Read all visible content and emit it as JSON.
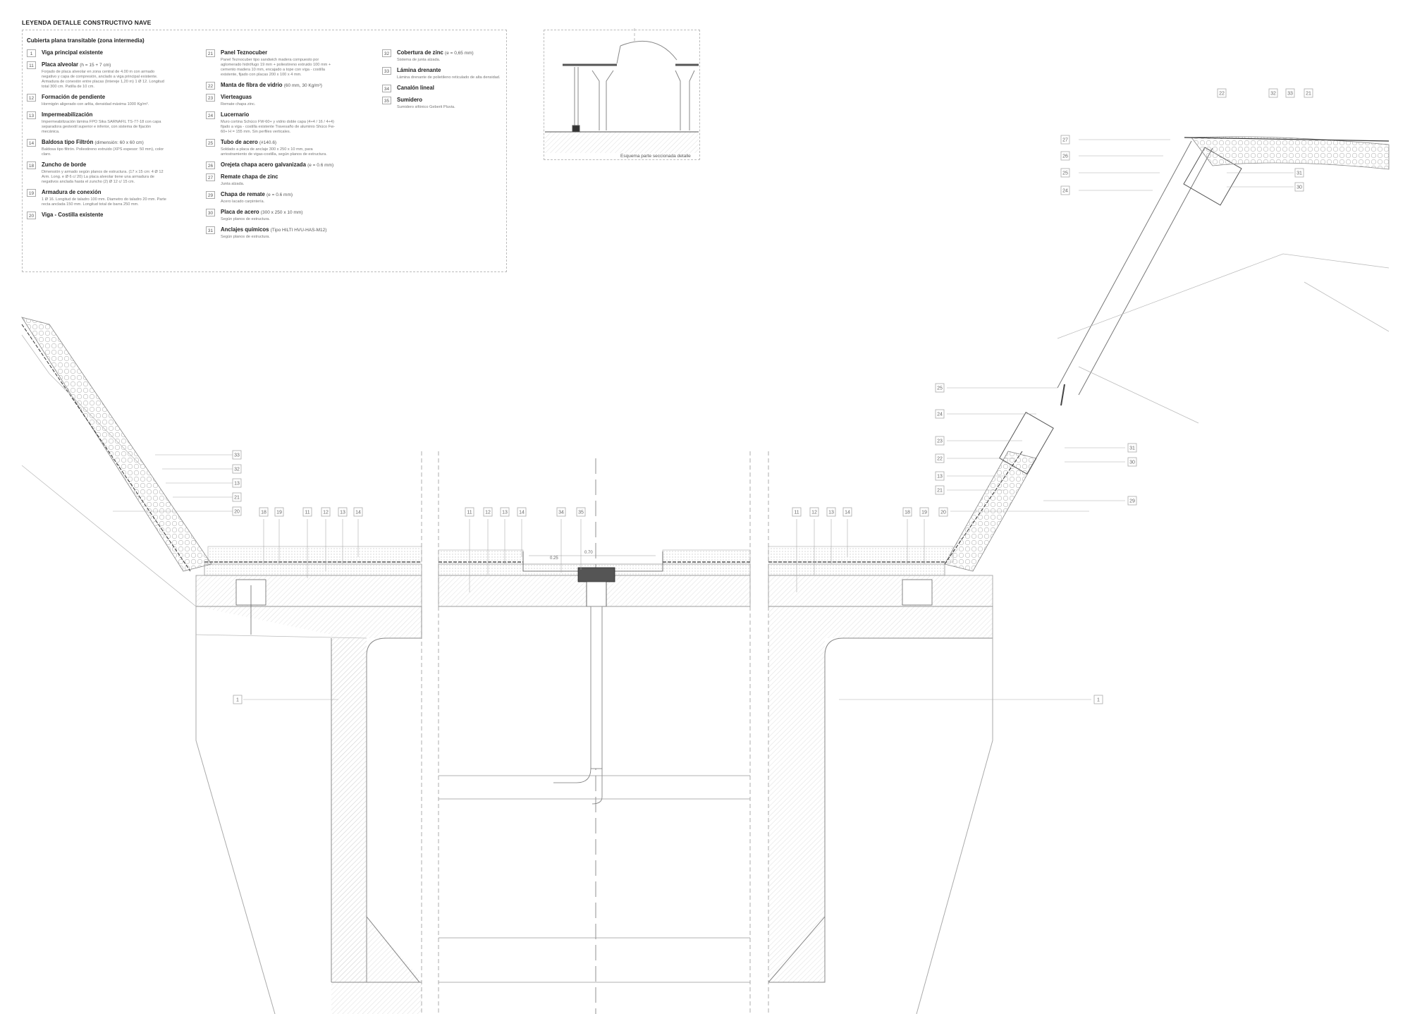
{
  "header": {
    "title": "LEYENDA DETALLE CONSTRUCTIVO NAVE",
    "subtitle": "Cubierta plana transitable (zona intermedia)"
  },
  "legend": {
    "col1": [
      {
        "num": "1",
        "title": "Viga principal existente",
        "extra": "",
        "desc": ""
      },
      {
        "num": "11",
        "title": "Placa alveolar",
        "extra": "(h = 15 + 7 cm)",
        "desc": "Forjado de placa alveolar en zona central de 4.00 m con armado negativo y capa de compresión, anclado a viga principal existente. Armadura de conexión entre placas (Intereje 1,20 m) 1 Ø 12. Longitud total 300 cm. Patilla de 10 cm."
      },
      {
        "num": "12",
        "title": "Formación de pendiente",
        "extra": "",
        "desc": "Hormigón aligerado con arlita, densidad máxima 1000 Kg/m³."
      },
      {
        "num": "13",
        "title": "Impermeabilización",
        "extra": "",
        "desc": "Impermeabilización lámina FPO Sika SARNAFIL TS-77-18 con capa separadora geotextil superior e inferior, con sistema de fijación mecánica."
      },
      {
        "num": "14",
        "title": "Baldosa tipo Filtrón",
        "extra": "(dimensión: 60 x 60 cm)",
        "desc": "Baldosa tipo filtrón. Poliestireno extruido (XPS espesor: 50 mm), color claro."
      },
      {
        "num": "18",
        "title": "Zuncho de borde",
        "extra": "",
        "desc": "Dimensión y armado según planos de estructura. (17 x 15 cm: 4 Ø 12 Arm. Long. e Ø 6 c/ 20) La placa alveolar tiene una armadura de negativos anclada hasta el zuncho (2) Ø 12 c/ 15 cm."
      },
      {
        "num": "19",
        "title": "Armadura de conexión",
        "extra": "",
        "desc": "1 Ø 16. Longitud de taladro 100 mm. Diametro do taladro 20 mm. Parte recta anclada 150 mm. Longitud total de barra 250 mm."
      },
      {
        "num": "20",
        "title": "Viga - Costilla existente",
        "extra": "",
        "desc": ""
      }
    ],
    "col2": [
      {
        "num": "21",
        "title": "Panel Teznocuber",
        "extra": "",
        "desc": "Panel Teznocuber tipo sandwich madera compuesto por aglomerado hidrófugo 19 mm + poliestireno extruido 100 mm + cemento madera 10 mm, encajado a tope con viga - costilla existente, fijado con placas 200 x 100 x 4 mm."
      },
      {
        "num": "22",
        "title": "Manta de fibra de vidrio",
        "extra": "(60 mm, 30 Kg/m³)",
        "desc": ""
      },
      {
        "num": "23",
        "title": "Vierteaguas",
        "extra": "",
        "desc": "Remate chapa zinc."
      },
      {
        "num": "24",
        "title": "Lucernario",
        "extra": "",
        "desc": "Muro cortina Schüco FW-60+ y vidrio doble capa (4+4 / 16 / 4+4) fijado a viga - costilla existente Travesaño de aluminio Shüco Fw-60+ H = 155 mm. Sin perfiles verticales."
      },
      {
        "num": "25",
        "title": "Tubo de acero",
        "extra": "(#140.6)",
        "desc": "Soldado a placa de anclaje 300 x 250 x 10 mm, para arriostramiento de vigas-costilla, según planos de estructura."
      },
      {
        "num": "26",
        "title": "Orejeta chapa acero galvanizada",
        "extra": "(e = 0.6 mm)",
        "desc": ""
      },
      {
        "num": "27",
        "title": "Remate chapa de zinc",
        "extra": "",
        "desc": "Junta alzada."
      },
      {
        "num": "29",
        "title": "Chapa de remate",
        "extra": "(e = 0.6 mm)",
        "desc": "Acero lacado carpintería."
      },
      {
        "num": "30",
        "title": "Placa de acero",
        "extra": "(300 x 250 x 10 mm)",
        "desc": "Según planos de estructura."
      },
      {
        "num": "31",
        "title": "Anclajes químicos",
        "extra": "(Tipo HILTI HVU-HAS-M12)",
        "desc": "Según planos de estructura."
      }
    ],
    "col3": [
      {
        "num": "32",
        "title": "Cobertura de zinc",
        "extra": "(e = 0,65 mm)",
        "desc": "Sistema de junta alzada."
      },
      {
        "num": "33",
        "title": "Lámina drenante",
        "extra": "",
        "desc": "Lámina drenante de polietileno reticulado de alta densidad."
      },
      {
        "num": "34",
        "title": "Canalón lineal",
        "extra": "",
        "desc": ""
      },
      {
        "num": "35",
        "title": "Sumidero",
        "extra": "",
        "desc": "Sumidero sifónico Geberit Pluvia."
      }
    ]
  },
  "schema": {
    "caption": "Esquema parte seccionada detalle"
  },
  "dims": {
    "d1": "0.70",
    "d2": "0.25"
  },
  "callouts": [
    {
      "id": "c22a",
      "text": "22"
    },
    {
      "id": "c32a",
      "text": "32"
    },
    {
      "id": "c33a",
      "text": "33"
    },
    {
      "id": "c21a",
      "text": "21"
    },
    {
      "id": "c27a",
      "text": "27"
    },
    {
      "id": "c26a",
      "text": "26"
    },
    {
      "id": "c25a",
      "text": "25"
    },
    {
      "id": "c24a",
      "text": "24"
    },
    {
      "id": "c31a",
      "text": "31"
    },
    {
      "id": "c30a",
      "text": "30"
    },
    {
      "id": "c25b",
      "text": "25"
    },
    {
      "id": "c24b",
      "text": "24"
    },
    {
      "id": "c23b",
      "text": "23"
    },
    {
      "id": "c22b",
      "text": "22"
    },
    {
      "id": "c13b",
      "text": "13"
    },
    {
      "id": "c21b",
      "text": "21"
    },
    {
      "id": "c31b",
      "text": "31"
    },
    {
      "id": "c30b",
      "text": "30"
    },
    {
      "id": "c29b",
      "text": "29"
    },
    {
      "id": "c33l",
      "text": "33"
    },
    {
      "id": "c32l",
      "text": "32"
    },
    {
      "id": "c13l",
      "text": "13"
    },
    {
      "id": "c21l",
      "text": "21"
    },
    {
      "id": "c20l",
      "text": "20"
    },
    {
      "id": "c18l",
      "text": "18"
    },
    {
      "id": "c19l",
      "text": "19"
    },
    {
      "id": "c11l",
      "text": "11"
    },
    {
      "id": "c12l",
      "text": "12"
    },
    {
      "id": "c13l2",
      "text": "13"
    },
    {
      "id": "c14l",
      "text": "14"
    },
    {
      "id": "c11m",
      "text": "11"
    },
    {
      "id": "c12m",
      "text": "12"
    },
    {
      "id": "c13m",
      "text": "13"
    },
    {
      "id": "c14m",
      "text": "14"
    },
    {
      "id": "c34m",
      "text": "34"
    },
    {
      "id": "c35m",
      "text": "35"
    },
    {
      "id": "c11r",
      "text": "11"
    },
    {
      "id": "c12r",
      "text": "12"
    },
    {
      "id": "c13r",
      "text": "13"
    },
    {
      "id": "c14r",
      "text": "14"
    },
    {
      "id": "c18r",
      "text": "18"
    },
    {
      "id": "c19r",
      "text": "19"
    },
    {
      "id": "c20r",
      "text": "20"
    },
    {
      "id": "c1l",
      "text": "1"
    },
    {
      "id": "c1r",
      "text": "1"
    }
  ]
}
